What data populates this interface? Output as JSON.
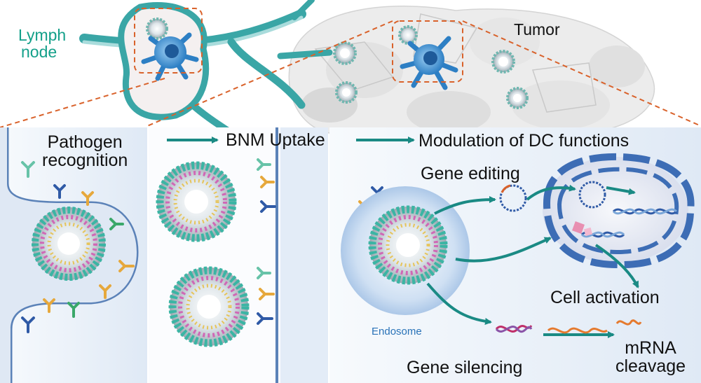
{
  "labels": {
    "lymph_node": [
      "Lymph",
      "node"
    ],
    "tumor": "Tumor",
    "pathogen_recognition": [
      "Pathogen",
      "recognition"
    ],
    "bnm_uptake": "BNM Uptake",
    "modulation": "Modulation of DC functions",
    "gene_editing": "Gene editing",
    "cell_activation": "Cell activation",
    "gene_silencing": "Gene silencing",
    "mrna_cleavage": [
      "mRNA",
      "cleavage"
    ],
    "endosome": "Endosome"
  },
  "colors": {
    "lymph_teal": "#14a08a",
    "vessel": "#3aa6a6",
    "arrow_teal": "#1a8a84",
    "dashed_orange": "#d9622b",
    "membrane_blue": "#5b82b8",
    "nucleus_blue": "#3d6db5",
    "endosome_label": "#2a73b8"
  }
}
